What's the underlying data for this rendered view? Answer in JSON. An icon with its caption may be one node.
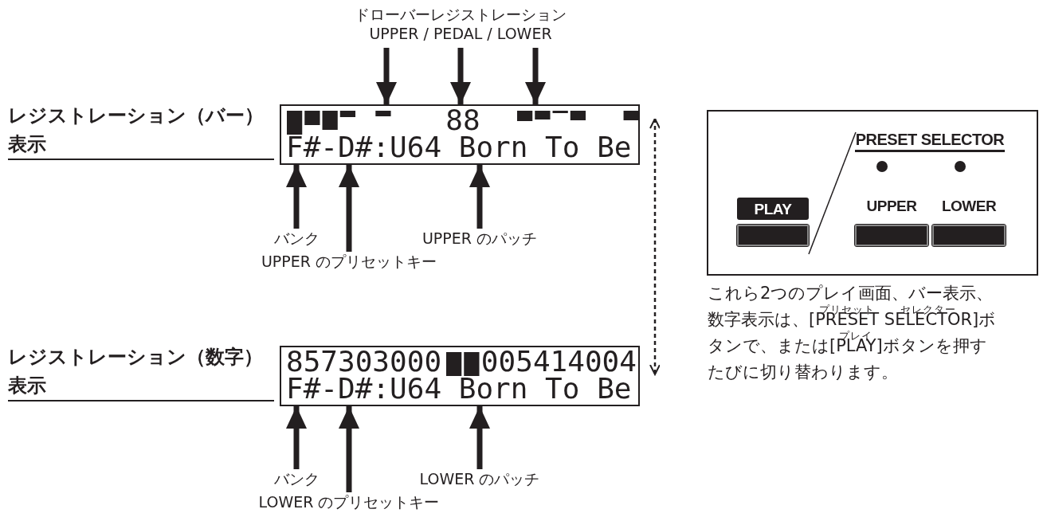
{
  "diagram": {
    "nodes": [
      {
        "text": [
          "88",
          "F#-D#:U64 Born To Be"
        ],
        "beside": [
          "レジストレーション（バー）表示"
        ]
      },
      {
        "text": [
          "857303000",
          "005414004",
          "F#-D#:U64 Born To Be"
        ],
        "beside": [
          "レジストレーション（数字）表示"
        ]
      },
      {
        "text": [
          "ドローバーレジストレーション",
          "UPPER / PEDAL / LOWER"
        ]
      },
      {
        "text": [
          "バンク"
        ]
      },
      {
        "text": [
          "UPPER のプリセットキー"
        ]
      },
      {
        "text": [
          "UPPER のパッチ"
        ]
      },
      {
        "text": [
          "バンク"
        ]
      },
      {
        "text": [
          "LOWER のプリセットキー"
        ]
      },
      {
        "text": [
          "LOWER のパッチ"
        ]
      },
      {
        "text": [],
        "shape": "box"
      },
      {
        "text": [
          "PLAY"
        ],
        "in": 9
      },
      {
        "text": [
          "UPPER"
        ],
        "in": 9
      },
      {
        "text": [
          "LOWER"
        ],
        "in": 9
      }
    ],
    "edges": [
      {
        "from": 2,
        "to": 0,
        "arrow": "to"
      },
      {
        "from": 2,
        "to": 0,
        "arrow": "to"
      },
      {
        "from": 2,
        "to": 0,
        "arrow": "to"
      },
      {
        "from": 3,
        "to": 0,
        "arrow": "to"
      },
      {
        "from": 4,
        "to": 0,
        "arrow": "to"
      },
      {
        "from": 5,
        "to": 0,
        "arrow": "to"
      },
      {
        "from": 6,
        "to": 1,
        "arrow": "to"
      },
      {
        "from": 7,
        "to": 1,
        "arrow": "to"
      },
      {
        "from": 8,
        "to": 1,
        "arrow": "to"
      },
      {
        "from": 0,
        "to": 1,
        "arrow": "both",
        "style": "dashed"
      }
    ],
    "labels": [
      "PRESET SELECTOR",
      "これら2つのプレイ画面、バー表示、数字表示は、[PRESET SELECTOR]ボタンで、または[PLAY]ボタンを押すたびに切り替わります。",
      "プリセット",
      "セレクター",
      "プレイ"
    ]
  }
}
